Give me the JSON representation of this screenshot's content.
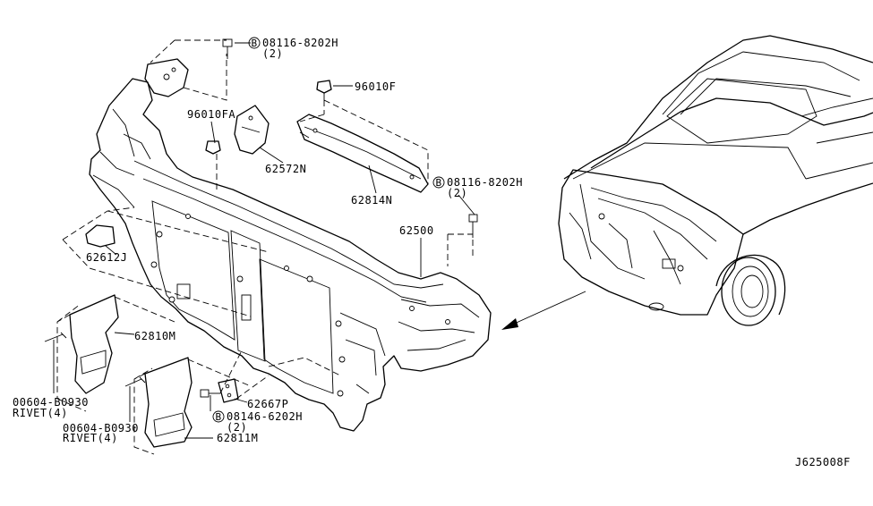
{
  "diagram_code": "J625008F",
  "bolt_symbol": "B",
  "callouts": {
    "bolt_top": {
      "part": "08116-8202H",
      "qty": "(2)"
    },
    "clip_top": {
      "part": "96010F"
    },
    "clip_left": {
      "part": "96010FA"
    },
    "bracket": {
      "part": "62572N"
    },
    "upper_member": {
      "part": "62814N"
    },
    "bolt_right": {
      "part": "08116-8202H",
      "qty": "(2)"
    },
    "core_support": {
      "part": "62500"
    },
    "seal_left": {
      "part": "62612J"
    },
    "air_guide_left": {
      "part": "62810M"
    },
    "rivet_left": {
      "part": "00604-B0930",
      "desc": "RIVET(4)"
    },
    "rivet_center": {
      "part": "00604-B0930",
      "desc": "RIVET(4)"
    },
    "hinge_bracket": {
      "part": "62667P"
    },
    "bolt_bottom": {
      "part": "08146-6202H",
      "qty": "(2)"
    },
    "air_guide_lower": {
      "part": "62811M"
    }
  }
}
